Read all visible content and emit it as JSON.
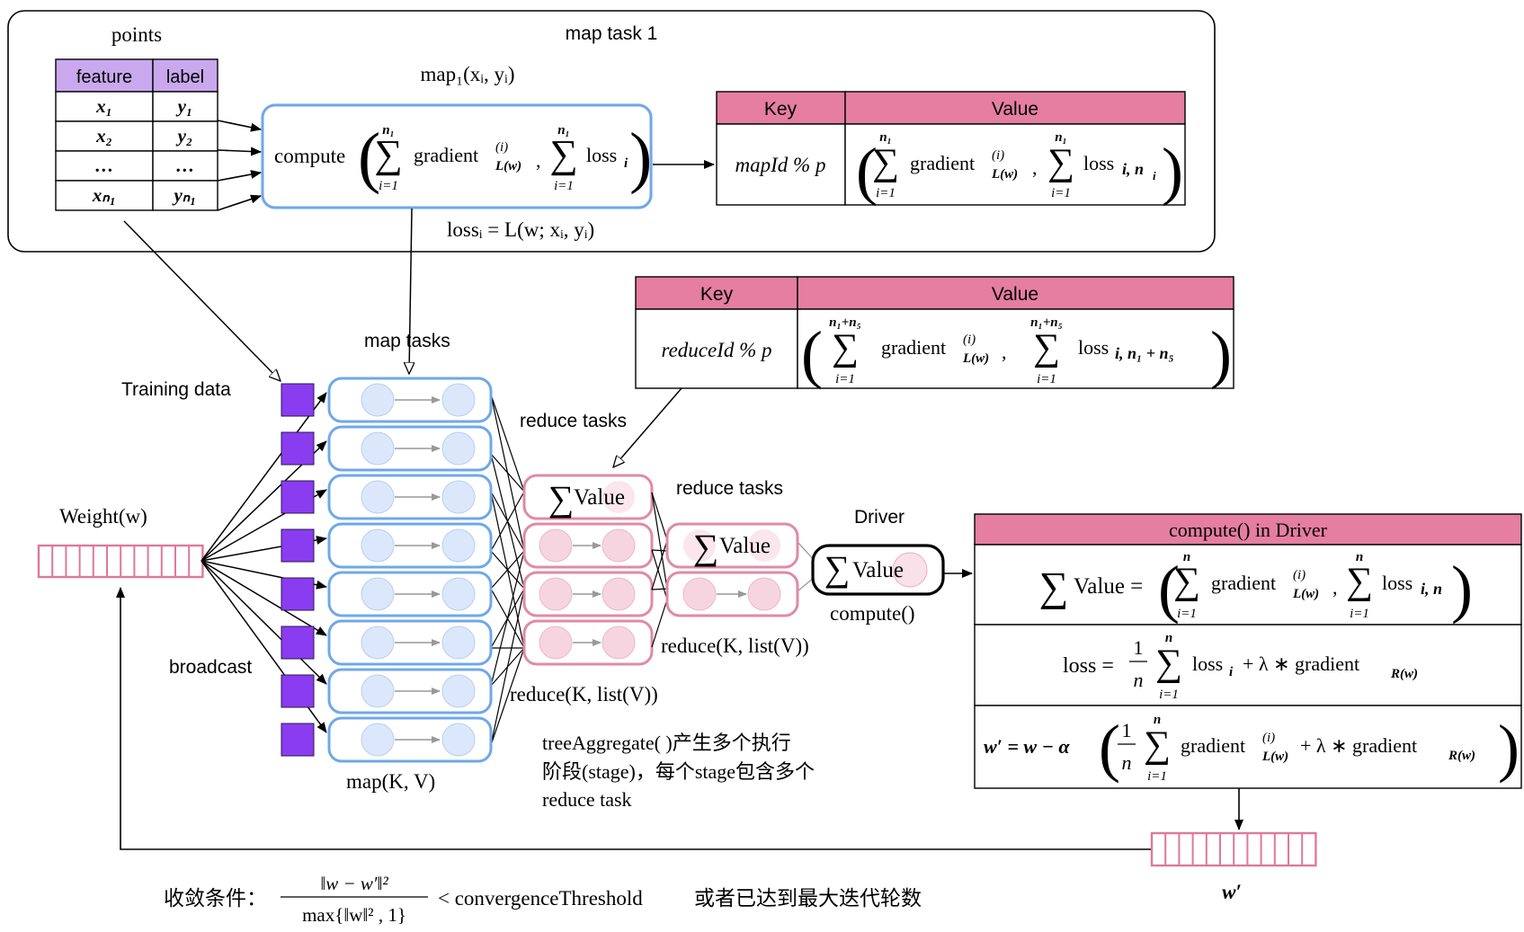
{
  "colors": {
    "pink_header": "#e57ea0",
    "purple_header": "#c9a8ee",
    "purple_square": "#8a3cf0",
    "blue_border": "#6fa8e8",
    "blue_circle": "#dbe8fb",
    "pink_border": "#e08aa8",
    "pink_circle": "#f6d5e0",
    "weight_pink": "#e0789a"
  },
  "top": {
    "points_title": "points",
    "map_task_title": "map task 1",
    "table_headers": [
      "feature",
      "label"
    ],
    "table_rows": [
      {
        "feature": "x₁",
        "label": "y₁"
      },
      {
        "feature": "x₂",
        "label": "y₂"
      },
      {
        "feature": "…",
        "label": "…"
      },
      {
        "feature": "xₙ₁",
        "label": "yₙ₁"
      }
    ],
    "map_func": "map₁(xᵢ, yᵢ)",
    "compute_text": "compute",
    "sum1_upper": "n₁",
    "sum1_lower": "i=1",
    "sum1_term": "gradient",
    "sum1_super": "(i)",
    "sum1_sub": "L(w)",
    "sum2_upper": "n₁",
    "sum2_lower": "i=1",
    "sum2_term": "loss",
    "sum2_sub": "i",
    "loss_def": "lossᵢ = L(w; xᵢ, yᵢ)",
    "kv1": {
      "key_header": "Key",
      "value_header": "Value",
      "key": "mapId % p",
      "upper": "n₁",
      "lower": "i=1",
      "grad": "gradient",
      "grad_sup": "(i)",
      "grad_sub": "L(w)",
      "loss": "loss",
      "loss_tail": "i, n",
      "n_sub": "i"
    }
  },
  "kv2": {
    "key_header": "Key",
    "value_header": "Value",
    "key": "reduceId % p",
    "upper": "n₁+n₅",
    "lower": "i=1",
    "grad": "gradient",
    "grad_sup": "(i)",
    "grad_sub": "L(w)",
    "loss": "loss",
    "loss_tail": "i, n₁ + n₅"
  },
  "labels": {
    "map_tasks": "map tasks",
    "training_data": "Training data",
    "reduce_tasks_1": "reduce tasks",
    "reduce_tasks_2": "reduce tasks",
    "driver": "Driver",
    "weight": "Weight(w)",
    "broadcast": "broadcast",
    "map_kv": "map(K, V)",
    "reduce_kl_1": "reduce(K, list(V))",
    "reduce_kl_2": "reduce(K, list(V))",
    "compute_call": "compute()",
    "sum_value": "Value",
    "tree_note_1": "treeAggregate( )产生多个执行",
    "tree_note_2": "阶段(stage)，每个stage包含多个",
    "tree_note_3": "reduce task",
    "w_prime": "w′"
  },
  "driver_box": {
    "title": "compute() in Driver",
    "row1_lhs": "Value =",
    "row1_upper": "n",
    "row1_lower": "i=1",
    "row1_grad": "gradient",
    "row1_grad_sup": "(i)",
    "row1_grad_sub": "L(w)",
    "row1_loss": "loss",
    "row1_tail": "i, n",
    "row2_lhs": "loss =",
    "row2_frac_num": "1",
    "row2_frac_den": "n",
    "row2_upper": "n",
    "row2_lower": "i=1",
    "row2_term": "loss",
    "row2_term_sub": "i",
    "row2_tail": "+ λ ∗  gradient",
    "row2_tail_sub": "R(w)",
    "row3_lhs": "w′ = w − α",
    "row3_frac_num": "1",
    "row3_frac_den": "n",
    "row3_upper": "n",
    "row3_lower": "i=1",
    "row3_grad": "gradient",
    "row3_grad_sup": "(i)",
    "row3_grad_sub": "L(w)",
    "row3_tail": "+ λ ∗  gradient",
    "row3_tail_sub": "R(w)"
  },
  "bottom": {
    "conv_label": "收敛条件：",
    "frac_num": "‖w − w′‖²",
    "frac_den": "max{‖w‖² , 1}",
    "threshold": "< convergenceThreshold",
    "or_text": "或者已达到最大迭代轮数"
  }
}
